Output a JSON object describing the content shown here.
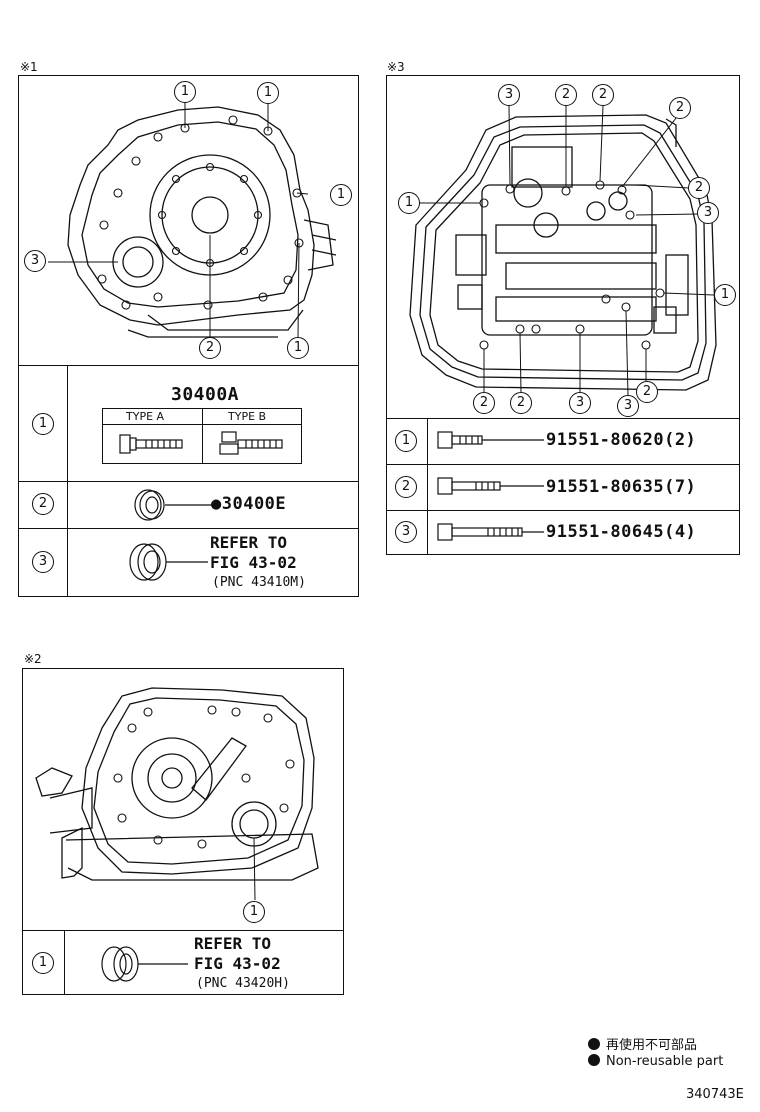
{
  "sections": {
    "s1": "※1",
    "s2": "※2",
    "s3": "※3"
  },
  "callouts": {
    "c1": "1",
    "c2": "2",
    "c3": "3"
  },
  "s1_table": {
    "row1_part": "30400A",
    "type_a": "TYPE A",
    "type_b": "TYPE B",
    "row2_part": "●30400E",
    "row3_line1": "REFER TO",
    "row3_line2": "FIG 43-02",
    "row3_line3": "(PNC 43410M)"
  },
  "s2_table": {
    "row1_line1": "REFER TO",
    "row1_line2": "FIG 43-02",
    "row1_line3": "(PNC 43420H)"
  },
  "s3_table": {
    "row1_part": "91551-80620(2)",
    "row2_part": "91551-80635(7)",
    "row3_part": "91551-80645(4)"
  },
  "legend": {
    "jp": "再使用不可部品",
    "en": "Non-reusable part"
  },
  "figure_id": "340743E"
}
